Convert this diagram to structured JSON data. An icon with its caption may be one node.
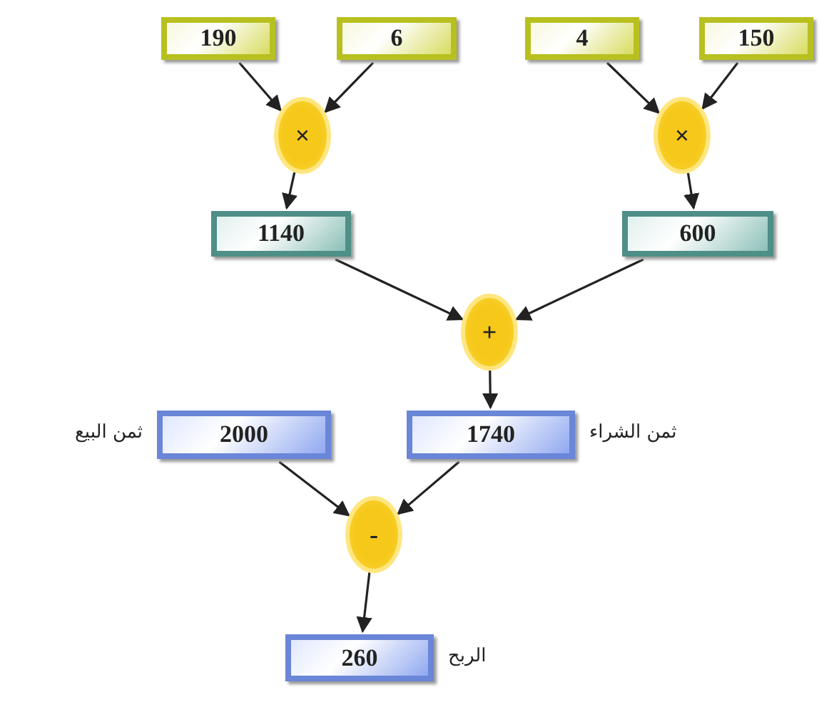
{
  "diagram": {
    "nodes": [
      {
        "text": [
          "190"
        ]
      },
      {
        "text": [
          "6"
        ]
      },
      {
        "text": [
          "4"
        ]
      },
      {
        "text": [
          "150"
        ]
      },
      {
        "text": [
          "×"
        ]
      },
      {
        "text": [
          "×"
        ]
      },
      {
        "text": [
          "1140"
        ]
      },
      {
        "text": [
          "600"
        ]
      },
      {
        "text": [
          "+"
        ]
      },
      {
        "text": [
          "2000"
        ],
        "beside": [
          "ثمن البيع"
        ]
      },
      {
        "text": [
          "1740"
        ],
        "beside": [
          "ثمن الشراء"
        ]
      },
      {
        "text": [
          "-"
        ]
      },
      {
        "text": [
          "260"
        ],
        "beside": [
          "الربح"
        ]
      }
    ],
    "edges": [
      {
        "from": 0,
        "to": 4,
        "arrow": "to"
      },
      {
        "from": 1,
        "to": 4,
        "arrow": "to"
      },
      {
        "from": 2,
        "to": 5,
        "arrow": "to"
      },
      {
        "from": 3,
        "to": 5,
        "arrow": "to"
      },
      {
        "from": 4,
        "to": 6,
        "arrow": "to"
      },
      {
        "from": 5,
        "to": 7,
        "arrow": "to"
      },
      {
        "from": 6,
        "to": 8,
        "arrow": "to"
      },
      {
        "from": 7,
        "to": 8,
        "arrow": "to"
      },
      {
        "from": 8,
        "to": 10,
        "arrow": "to"
      },
      {
        "from": 9,
        "to": 11,
        "arrow": "to"
      },
      {
        "from": 10,
        "to": 11,
        "arrow": "to"
      },
      {
        "from": 11,
        "to": 12,
        "arrow": "to"
      }
    ]
  }
}
